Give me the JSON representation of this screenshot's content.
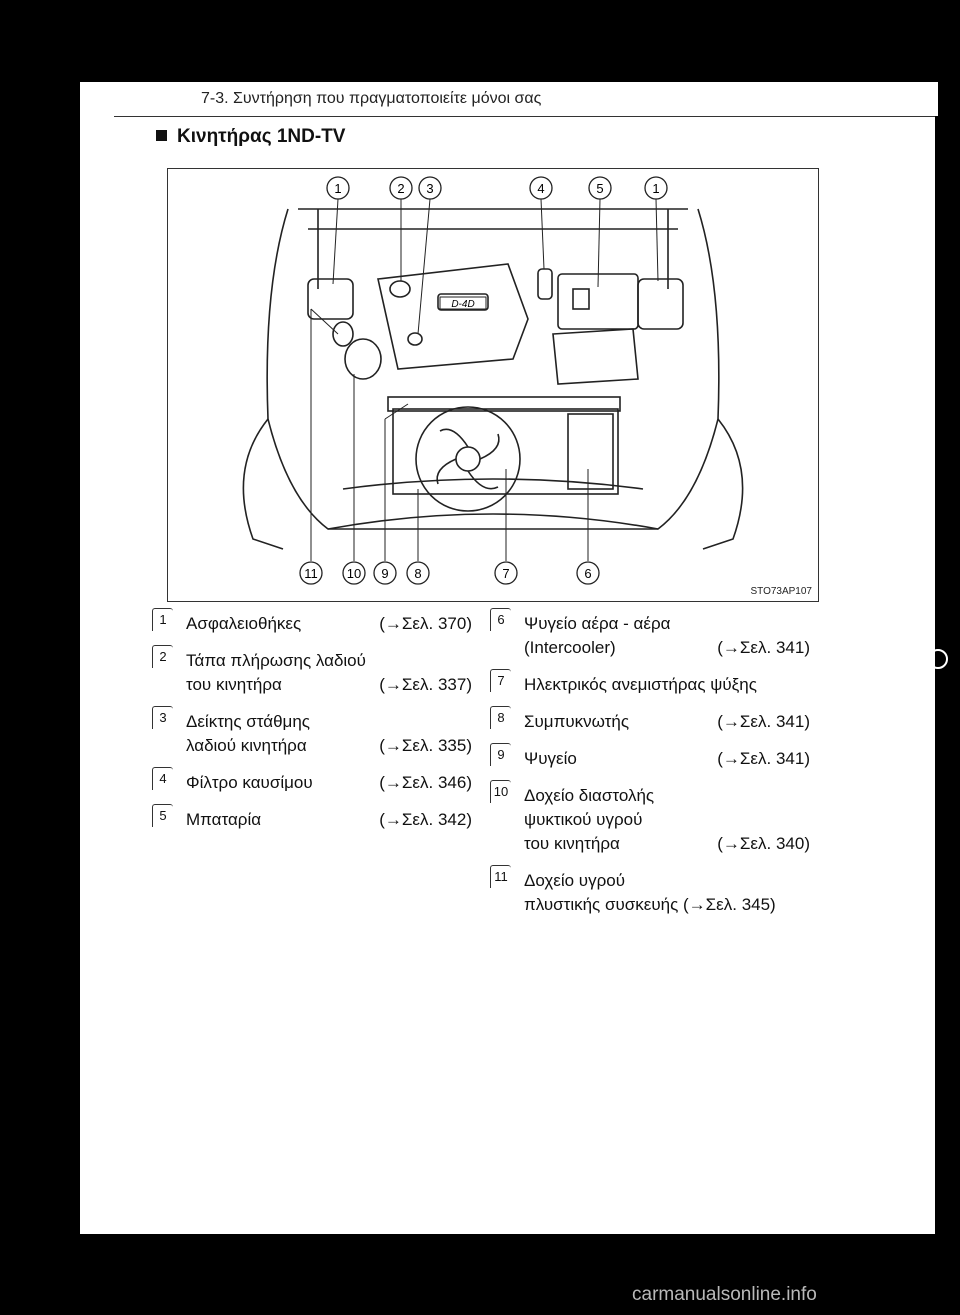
{
  "header": {
    "running_title": "7-3. Συντήρηση που πραγματοποιείτε μόνοι σας"
  },
  "section": {
    "title": "Κινητήρας 1ND-TV"
  },
  "figure": {
    "code": "STO73AP107",
    "top_callouts": [
      "1",
      "2",
      "3",
      "4",
      "5",
      "1"
    ],
    "bottom_callouts": [
      "11",
      "10",
      "9",
      "8",
      "7",
      "6"
    ],
    "engine_badge": "D-4D"
  },
  "legend_left": [
    {
      "num": "1",
      "lines": [
        {
          "text": "Ασφαλειοθήκες",
          "ref": "(→Σελ. 370)"
        }
      ]
    },
    {
      "num": "2",
      "lines": [
        {
          "text": "Τάπα πλήρωσης λαδιού",
          "ref": ""
        },
        {
          "text": "του κινητήρα",
          "ref": "(→Σελ. 337)"
        }
      ]
    },
    {
      "num": "3",
      "lines": [
        {
          "text": "Δείκτης στάθμης",
          "ref": ""
        },
        {
          "text": "λαδιού κινητήρα",
          "ref": "(→Σελ. 335)"
        }
      ]
    },
    {
      "num": "4",
      "lines": [
        {
          "text": "Φίλτρο καυσίμου",
          "ref": "(→Σελ. 346)"
        }
      ]
    },
    {
      "num": "5",
      "lines": [
        {
          "text": "Μπαταρία",
          "ref": "(→Σελ. 342)"
        }
      ]
    }
  ],
  "legend_right": [
    {
      "num": "6",
      "lines": [
        {
          "text": "Ψυγείο αέρα - αέρα",
          "ref": ""
        },
        {
          "text": "(Intercooler)",
          "ref": "(→Σελ. 341)"
        }
      ]
    },
    {
      "num": "7",
      "lines": [
        {
          "text": "Ηλεκτρικός ανεμιστήρας ψύξης",
          "ref": ""
        }
      ]
    },
    {
      "num": "8",
      "lines": [
        {
          "text": "Συμπυκνωτής",
          "ref": "(→Σελ. 341)"
        }
      ]
    },
    {
      "num": "9",
      "lines": [
        {
          "text": "Ψυγείο",
          "ref": "(→Σελ. 341)"
        }
      ]
    },
    {
      "num": "10",
      "lines": [
        {
          "text": "Δοχείο διαστολής",
          "ref": ""
        },
        {
          "text": "ψυκτικού υγρού",
          "ref": ""
        },
        {
          "text": "του κινητήρα",
          "ref": "(→Σελ. 340)"
        }
      ]
    },
    {
      "num": "11",
      "lines": [
        {
          "text": "Δοχείο υγρού",
          "ref": ""
        },
        {
          "text": "πλυστικής συσκευής (→Σελ. 345)",
          "ref": ""
        }
      ]
    }
  ],
  "footer": {
    "watermark": "carmanualsonline.info"
  }
}
